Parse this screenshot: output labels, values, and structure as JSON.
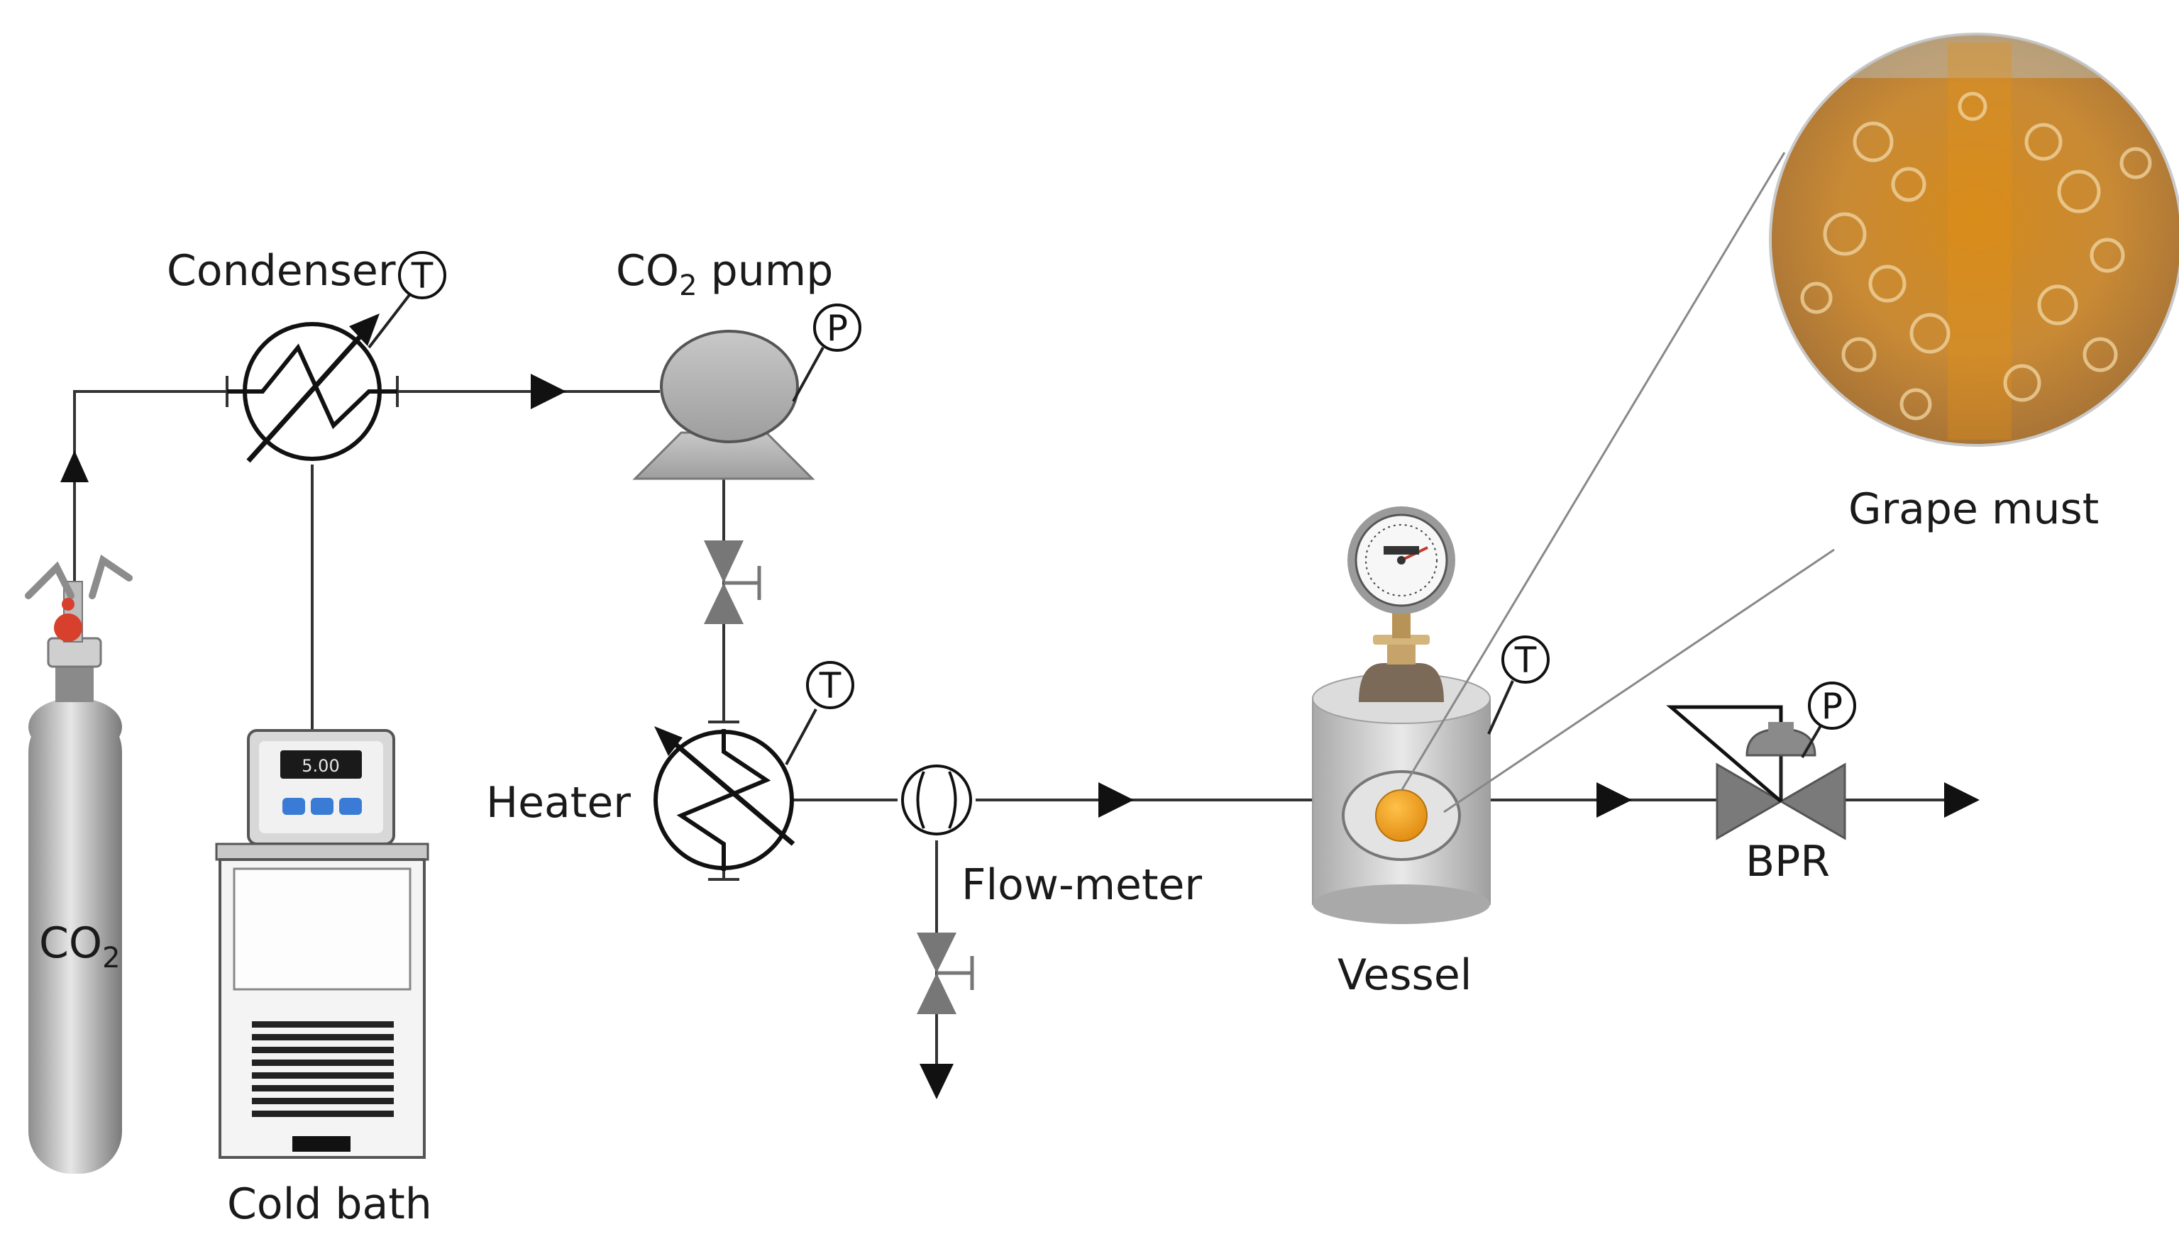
{
  "labels": {
    "condenser": "Condenser",
    "co2_pump_main": "CO",
    "co2_pump_sub": "2",
    "co2_pump_rest": " pump",
    "heater": "Heater",
    "flow_meter": "Flow-meter",
    "vessel": "Vessel",
    "bpr": "BPR",
    "grape_must": "Grape must",
    "cold_bath": "Cold bath",
    "cylinder_main": "CO",
    "cylinder_sub": "2"
  },
  "instrument_tags": {
    "condenser": "T",
    "pump": "P",
    "heater": "T",
    "vessel": "T",
    "bpr": "P"
  },
  "bath_display": "5.00",
  "colors": {
    "equipment_gray": "#b8b8b8",
    "sample_orange": "#f5a21a",
    "grape_must_amber": "#c9862a",
    "bath_panel_blue": "#3a7bd5"
  }
}
